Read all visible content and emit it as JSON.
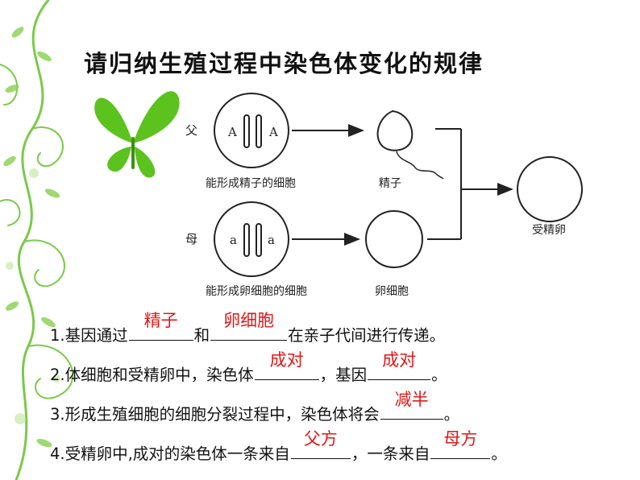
{
  "title": "请归纳生殖过程中染色体变化的规律",
  "diagram": {
    "father_label": "父",
    "mother_label": "母",
    "father_gene_left": "A",
    "father_gene_right": "A",
    "mother_gene_left": "a",
    "mother_gene_right": "a",
    "sperm_parent_cell_caption": "能形成精子的细胞",
    "sperm_caption": "精子",
    "egg_parent_cell_caption": "能形成卵细胞的细胞",
    "egg_caption": "卵细胞",
    "zygote_caption": "受精卵"
  },
  "questions": [
    {
      "n": "1.",
      "parts": [
        "基因通过",
        "和",
        "在亲子代间进行传递。"
      ],
      "answers": [
        "精子",
        "卵细胞"
      ]
    },
    {
      "n": "2.",
      "parts": [
        "体细胞和受精卵中，染色体",
        "，基因",
        "。"
      ],
      "answers": [
        "成对",
        "成对"
      ]
    },
    {
      "n": "3.",
      "parts": [
        "形成生殖细胞的细胞分裂过程中，染色体将会",
        "。"
      ],
      "answers": [
        "减半"
      ]
    },
    {
      "n": "4.",
      "parts": [
        "受精卵中,成对的染色体一条来自",
        "，一条来自",
        "。"
      ],
      "answers": [
        "父方",
        "母方"
      ]
    }
  ],
  "colors": {
    "answer": "#e01818",
    "decoration_green": "#5cc21e"
  }
}
